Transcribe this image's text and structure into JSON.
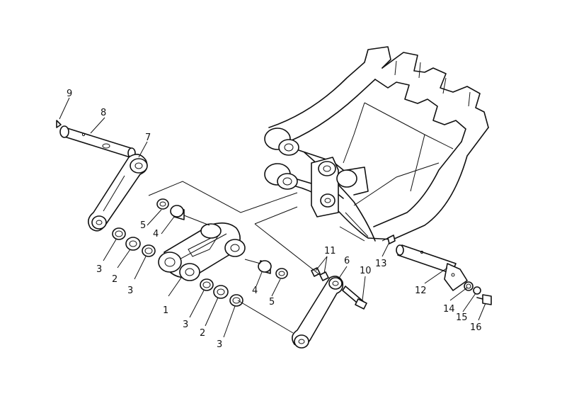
{
  "callouts": [
    {
      "id": "c1",
      "text": "1"
    },
    {
      "id": "c2a",
      "text": "2"
    },
    {
      "id": "c2b",
      "text": "2"
    },
    {
      "id": "c3a",
      "text": "3"
    },
    {
      "id": "c3b",
      "text": "3"
    },
    {
      "id": "c3c",
      "text": "3"
    },
    {
      "id": "c3d",
      "text": "3"
    },
    {
      "id": "c4a",
      "text": "4"
    },
    {
      "id": "c4b",
      "text": "4"
    },
    {
      "id": "c5a",
      "text": "5"
    },
    {
      "id": "c5b",
      "text": "5"
    },
    {
      "id": "c6",
      "text": "6"
    },
    {
      "id": "c7",
      "text": "7"
    },
    {
      "id": "c8",
      "text": "8"
    },
    {
      "id": "c9",
      "text": "9"
    },
    {
      "id": "c10",
      "text": "10"
    },
    {
      "id": "c11",
      "text": "11"
    },
    {
      "id": "c12",
      "text": "12"
    },
    {
      "id": "c13",
      "text": "13"
    },
    {
      "id": "c14",
      "text": "14"
    },
    {
      "id": "c15",
      "text": "15"
    },
    {
      "id": "c16",
      "text": "16"
    }
  ]
}
